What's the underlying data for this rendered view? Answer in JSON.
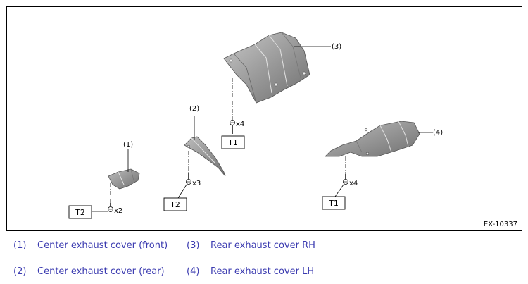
{
  "figure_code": "EX-10337",
  "callouts": {
    "p1": "(1)",
    "p2": "(2)",
    "p3": "(3)",
    "p4": "(4)"
  },
  "fasteners": {
    "f1": {
      "qty": "x2",
      "torque": "T2"
    },
    "f2": {
      "qty": "x3",
      "torque": "T2"
    },
    "f3": {
      "qty": "x4",
      "torque": "T1"
    },
    "f4": {
      "qty": "x4",
      "torque": "T1"
    }
  },
  "legend": [
    {
      "num": "(1)",
      "label": "Center exhaust cover (front)"
    },
    {
      "num": "(3)",
      "label": "Rear exhaust cover RH"
    },
    {
      "num": "(2)",
      "label": "Center exhaust cover (rear)"
    },
    {
      "num": "(4)",
      "label": "Rear exhaust cover LH"
    }
  ],
  "colors": {
    "legend_text": "#3b3bb0",
    "part_fill": "#9a9a9a",
    "part_dark": "#6e6e6e",
    "part_light": "#c4c4c4"
  }
}
